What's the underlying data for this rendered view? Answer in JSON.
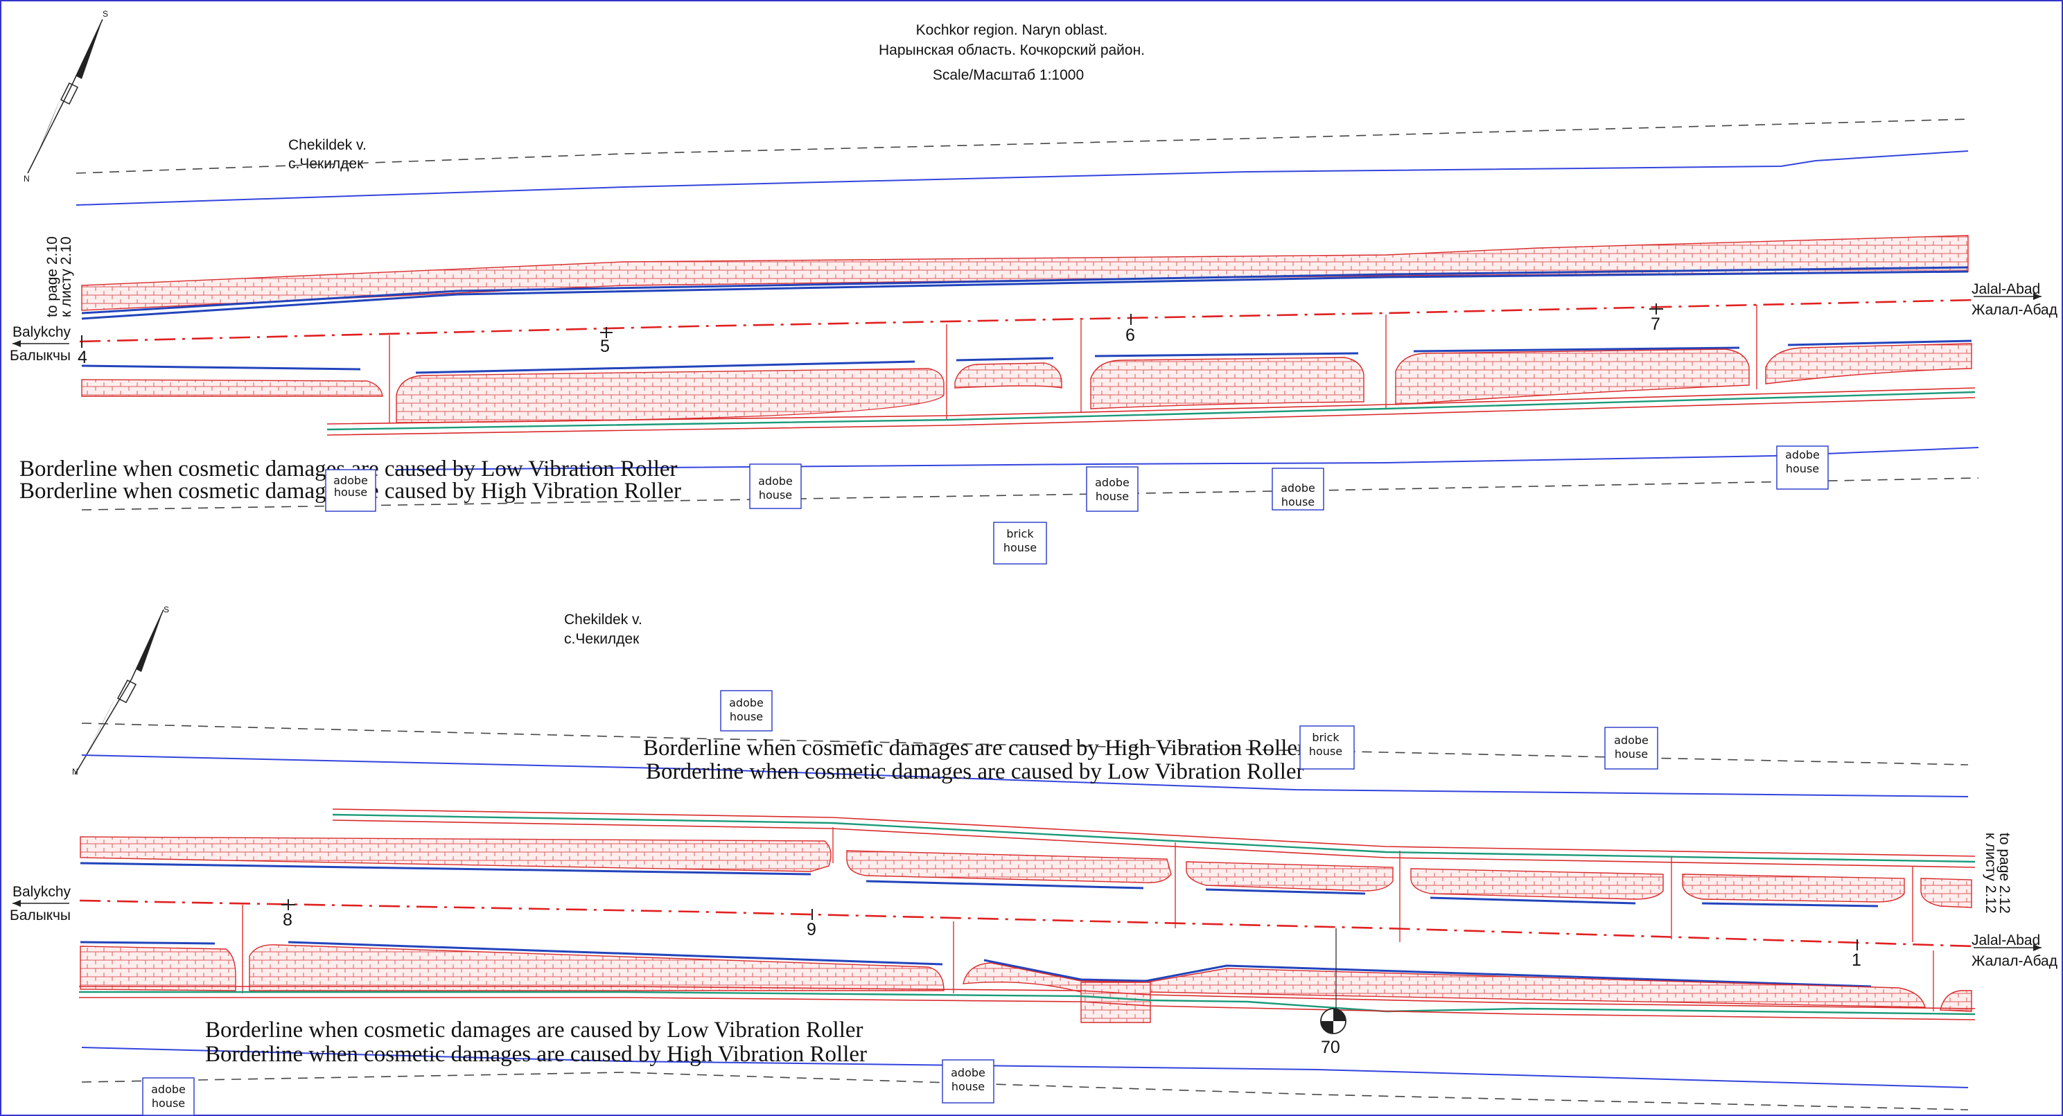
{
  "header": {
    "line1": "Kochkor region. Naryn oblast.",
    "line2": "Нарынская область. Кочкорский район.",
    "scale": "Scale/Масштаб 1:1000"
  },
  "north_arrow": {
    "south": "S",
    "north": "N"
  },
  "sheet1": {
    "village_en": "Chekildek v.",
    "village_ru": "с.Чекилдек",
    "to_page": "to page 2.10",
    "to_page_ru": "к листу 2.10",
    "west_en": "Balykchy",
    "west_ru": "Балыкчы",
    "east_en": "Jalal-Abad",
    "east_ru": "Жалал-Абад",
    "pickets": [
      "4",
      "5",
      "6",
      "7"
    ],
    "borderline_low": "Borderline when cosmetic damages are caused by Low Vibration Roller",
    "borderline_high": "Borderline when cosmetic damages are caused by High Vibration Roller",
    "houses": [
      {
        "l1": "adobe",
        "l2": "house"
      },
      {
        "l1": "adobe",
        "l2": "house"
      },
      {
        "l1": "adobe",
        "l2": "house"
      },
      {
        "l1": "adobe",
        "l2": "house"
      },
      {
        "l1": "adobe",
        "l2": "house"
      },
      {
        "l1": "brick",
        "l2": "house"
      }
    ]
  },
  "sheet2": {
    "village_en": "Chekildek v.",
    "village_ru": "с.Чекилдек",
    "to_page": "to page 2.12",
    "to_page_ru": "к листу 2.12",
    "west_en": "Balykchy",
    "west_ru": "Балыкчы",
    "east_en": "Jalal-Abad",
    "east_ru": "Жалал-Абад",
    "pickets": [
      "8",
      "9",
      "1"
    ],
    "culvert_number": "70",
    "borderline_high": "Borderline when cosmetic damages are caused by High Vibration Roller",
    "borderline_low": "Borderline when cosmetic damages are caused by Low Vibration Roller",
    "borderline_low_bottom": "Borderline when cosmetic damages are caused by Low Vibration Roller",
    "borderline_high_bottom": "Borderline when cosmetic damages are caused by High Vibration Roller",
    "houses": [
      {
        "l1": "adobe",
        "l2": "house"
      },
      {
        "l1": "brick",
        "l2": "house"
      },
      {
        "l1": "adobe",
        "l2": "house"
      },
      {
        "l1": "adobe",
        "l2": "house"
      },
      {
        "l1": "adobe",
        "l2": "house"
      }
    ]
  },
  "colors": {
    "road_edge": "#d92a2a",
    "boundary": "#2244bb",
    "axis": "#e02020",
    "ditch": "#1a9a7a",
    "frame": "#3333cc"
  }
}
